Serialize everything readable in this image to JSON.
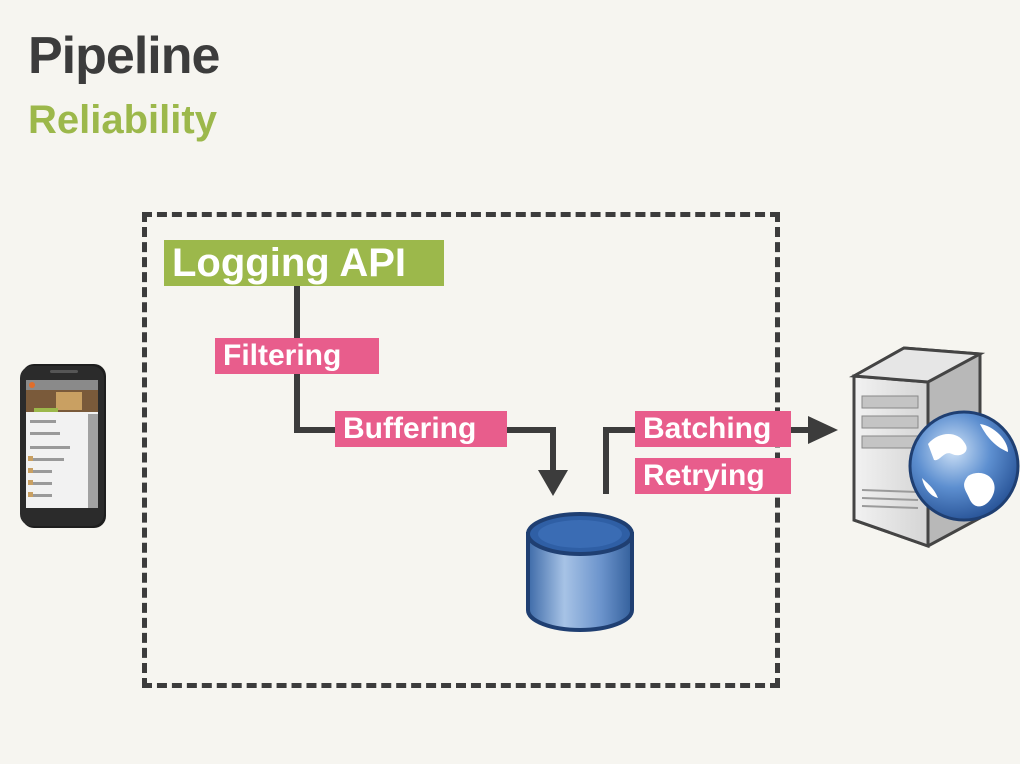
{
  "slide": {
    "title": "Pipeline",
    "subtitle": "Reliability"
  },
  "diagram": {
    "container": "Logging API",
    "steps": {
      "filtering": "Filtering",
      "buffering": "Buffering",
      "batching": "Batching",
      "retrying": "Retrying"
    },
    "icons": {
      "client": "smartphone-icon",
      "storage": "database-icon",
      "destination": "server-globe-icon"
    },
    "colors": {
      "title": "#3c3c3c",
      "accent_green": "#9cb84b",
      "label_pink": "#e85d8c",
      "line": "#3c3c3c",
      "background": "#f6f5f0"
    }
  }
}
